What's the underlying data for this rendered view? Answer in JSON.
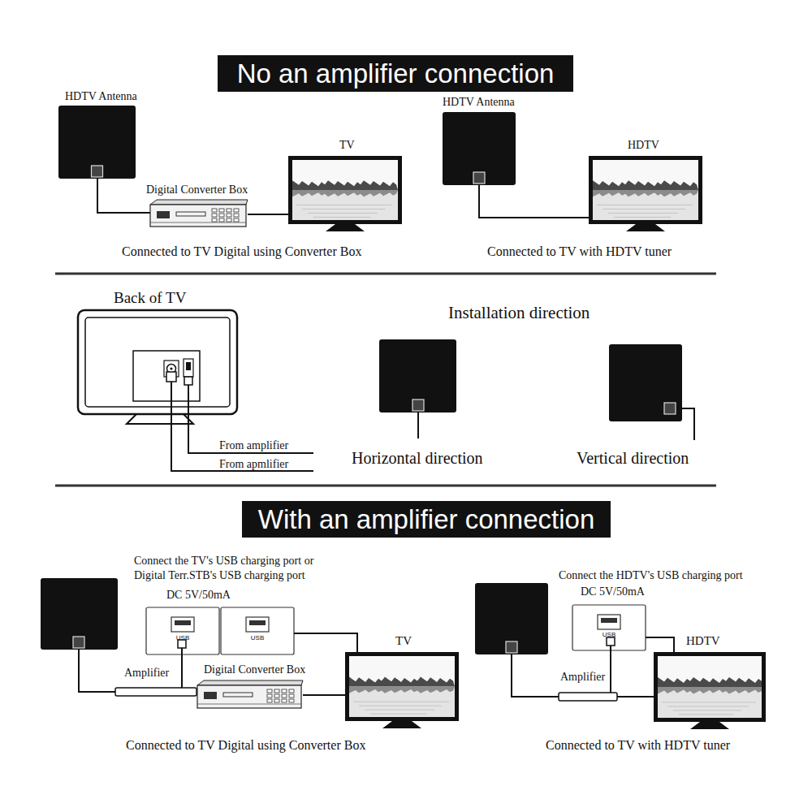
{
  "diagram": {
    "nodes": [
      {
        "text": [
          "No an amplifier connection"
        ]
      },
      {
        "text": [
          "HDTV Antenna"
        ]
      },
      {
        "text": [
          "Digital Converter Box"
        ]
      },
      {
        "text": [
          "TV"
        ]
      },
      {
        "text": [
          "HDTV Antenna"
        ]
      },
      {
        "text": [
          "HDTV"
        ]
      },
      {
        "text": [
          "Back of TV"
        ]
      },
      {
        "text": [
          "With an amplifier connection"
        ]
      },
      {
        "text": [
          "USB"
        ]
      },
      {
        "text": [
          "USB"
        ]
      },
      {
        "text": [
          "Digital Converter Box"
        ]
      },
      {
        "text": [
          "TV"
        ]
      },
      {
        "text": [
          "USB"
        ]
      },
      {
        "text": [
          "HDTV"
        ]
      }
    ],
    "edges": [
      {
        "from": 1,
        "to": 2,
        "arrow": "none"
      },
      {
        "from": 2,
        "to": 3,
        "arrow": "none"
      },
      {
        "from": 4,
        "to": 5,
        "arrow": "none"
      },
      {
        "from": 9,
        "to": 11,
        "arrow": "none"
      },
      {
        "from": 10,
        "to": 11,
        "arrow": "none"
      },
      {
        "from": 12,
        "to": 13,
        "arrow": "none"
      }
    ],
    "labels": [
      "Connected to TV Digital using Converter Box",
      "Connected to TV with HDTV tuner",
      "From amplifier",
      "From apmlifier",
      "Installation direction",
      "Horizontal direction",
      "Vertical direction",
      "Connect the TV's USB charging port or Digital Terr.STB's USB charging port",
      "DC 5V/50mA",
      "Amplifier",
      "Connected to TV Digital using Converter Box",
      "Connect the HDTV's USB charging port",
      "DC 5V/50mA",
      "Amplifier",
      "Connected to TV with HDTV tuner"
    ]
  }
}
